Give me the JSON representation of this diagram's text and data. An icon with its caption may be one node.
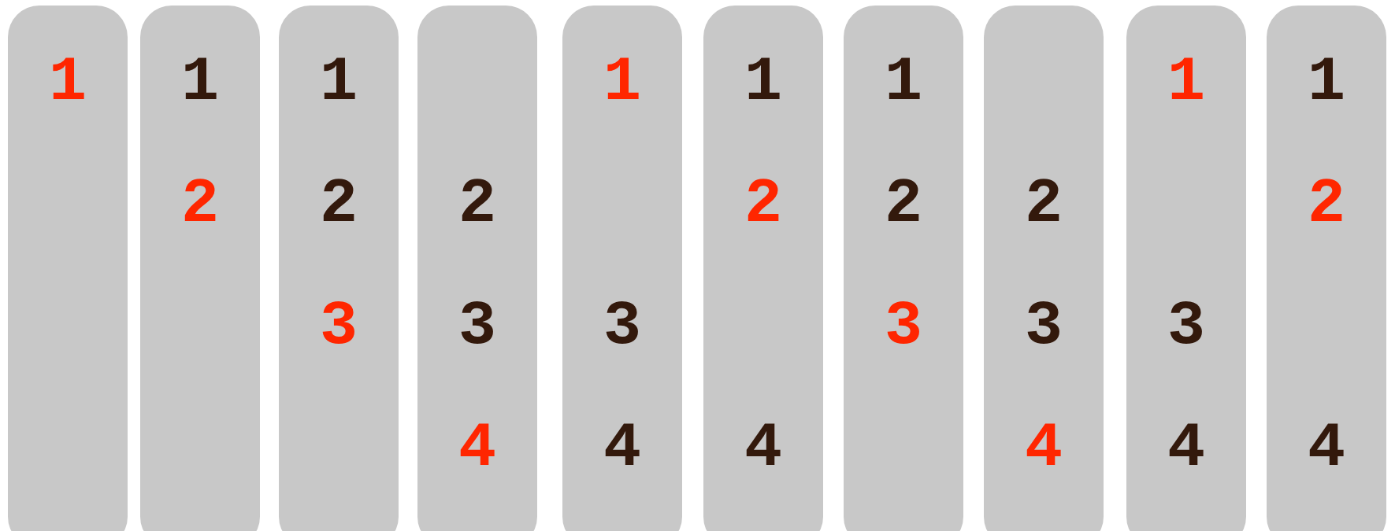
{
  "diagram": {
    "nodes": [
      {
        "text": [
          "1"
        ]
      },
      {
        "text": [
          "1",
          "2"
        ]
      },
      {
        "text": [
          "1",
          "2",
          "3"
        ]
      },
      {
        "text": [
          "2",
          "3",
          "4"
        ]
      },
      {
        "text": [
          "1",
          "3",
          "4"
        ]
      },
      {
        "text": [
          "1",
          "2",
          "4"
        ]
      },
      {
        "text": [
          "1",
          "2",
          "3"
        ]
      },
      {
        "text": [
          "2",
          "3",
          "4"
        ]
      },
      {
        "text": [
          "1",
          "3",
          "4"
        ]
      },
      {
        "text": [
          "1",
          "2",
          "4"
        ]
      }
    ]
  }
}
